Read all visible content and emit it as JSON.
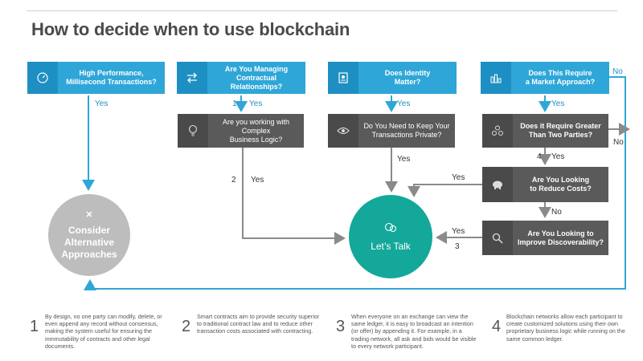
{
  "title": "How to decide when to use blockchain",
  "boxes": {
    "b1": "High Performance,\nMillisecond Transactions?",
    "b2": "Are You Managing\nContractual Relationships?",
    "b3": "Does Identity\nMatter?",
    "b4": "Does This Require\na Market Approach?",
    "d1": "Are you working with Complex\nBusiness Logic?",
    "d2": "Do You Need to Keep Your\nTransactions Private?",
    "d3": "Does it Require Greater\nThan Two Parties?",
    "d4": "Are You Looking\nto Reduce Costs?",
    "d5": "Are You Looking to\nImprove Discoverability?"
  },
  "labels": {
    "yes": "Yes",
    "no": "No",
    "n1": "1",
    "n2": "2",
    "n3": "3",
    "n4": "4"
  },
  "circles": {
    "consider": "Consider\nAlternative\nApproaches",
    "talk": "Let’s Talk"
  },
  "footnotes": [
    {
      "num": "1",
      "text": "By design, no one party can modify, delete, or even append any record without consensus, making the system useful for ensuring the inmmutability of contracts and other legal documents."
    },
    {
      "num": "2",
      "text": "Smart contracts aim to provide security superior to traditional contract law and to reduce other transaction costs associated with contracting."
    },
    {
      "num": "3",
      "text": "When everyone on an exchange can view the same ledger, it is easy to broadcast an intention (or offer) by appending it. For example, in a trading network, all ask and bids would be visible to every network participant."
    },
    {
      "num": "4",
      "text": "Blockchain networks allow each participant to create customized solutions using their own proprietary business logic while running on the same common ledger."
    }
  ],
  "colors": {
    "blue": "#2fa6d8",
    "dark": "#5a5a5a",
    "teal": "#13a89a",
    "grey": "#bdbdbd"
  }
}
